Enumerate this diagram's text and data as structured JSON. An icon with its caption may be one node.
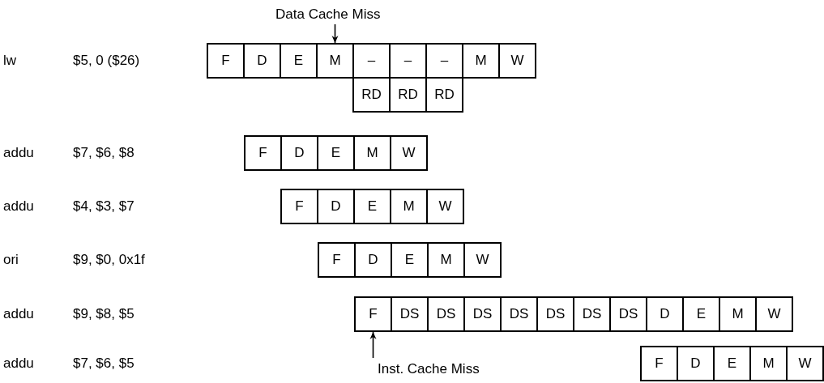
{
  "diagram": {
    "nodes": [
      {
        "text": [
          "Data Cache Miss"
        ]
      },
      {
        "text": [
          "F"
        ]
      },
      {
        "text": [
          "D"
        ]
      },
      {
        "text": [
          "E"
        ]
      },
      {
        "text": [
          "M"
        ]
      },
      {
        "text": [
          "–"
        ]
      },
      {
        "text": [
          "–"
        ]
      },
      {
        "text": [
          "–"
        ]
      },
      {
        "text": [
          "M"
        ]
      },
      {
        "text": [
          "W"
        ]
      },
      {
        "text": [
          "RD"
        ]
      },
      {
        "text": [
          "RD"
        ]
      },
      {
        "text": [
          "RD"
        ]
      },
      {
        "text": [
          "F"
        ]
      },
      {
        "text": [
          "D"
        ]
      },
      {
        "text": [
          "E"
        ]
      },
      {
        "text": [
          "M"
        ]
      },
      {
        "text": [
          "W"
        ]
      },
      {
        "text": [
          "F"
        ]
      },
      {
        "text": [
          "D"
        ]
      },
      {
        "text": [
          "E"
        ]
      },
      {
        "text": [
          "M"
        ]
      },
      {
        "text": [
          "W"
        ]
      },
      {
        "text": [
          "F"
        ]
      },
      {
        "text": [
          "D"
        ]
      },
      {
        "text": [
          "E"
        ]
      },
      {
        "text": [
          "M"
        ]
      },
      {
        "text": [
          "W"
        ]
      },
      {
        "text": [
          "F"
        ]
      },
      {
        "text": [
          "DS"
        ]
      },
      {
        "text": [
          "DS"
        ]
      },
      {
        "text": [
          "DS"
        ]
      },
      {
        "text": [
          "DS"
        ]
      },
      {
        "text": [
          "DS"
        ]
      },
      {
        "text": [
          "DS"
        ]
      },
      {
        "text": [
          "DS"
        ]
      },
      {
        "text": [
          "D"
        ]
      },
      {
        "text": [
          "E"
        ]
      },
      {
        "text": [
          "M"
        ]
      },
      {
        "text": [
          "W"
        ]
      },
      {
        "text": [
          "Inst. Cache Miss"
        ]
      },
      {
        "text": [
          "F"
        ]
      },
      {
        "text": [
          "D"
        ]
      },
      {
        "text": [
          "E"
        ]
      },
      {
        "text": [
          "M"
        ]
      },
      {
        "text": [
          "W"
        ]
      }
    ],
    "edges": [
      {
        "from": 0,
        "to": 4,
        "arrow": "to"
      },
      {
        "from": 40,
        "to": 28,
        "arrow": "to"
      }
    ],
    "labels": [
      "lw",
      "$5, 0 ($26)",
      "addu",
      "$7, $6, $8",
      "addu",
      "$4, $3, $7",
      "ori",
      "$9, $0, 0x1f",
      "addu",
      "$9, $8, $5",
      "addu",
      "$7, $6, $5"
    ]
  }
}
